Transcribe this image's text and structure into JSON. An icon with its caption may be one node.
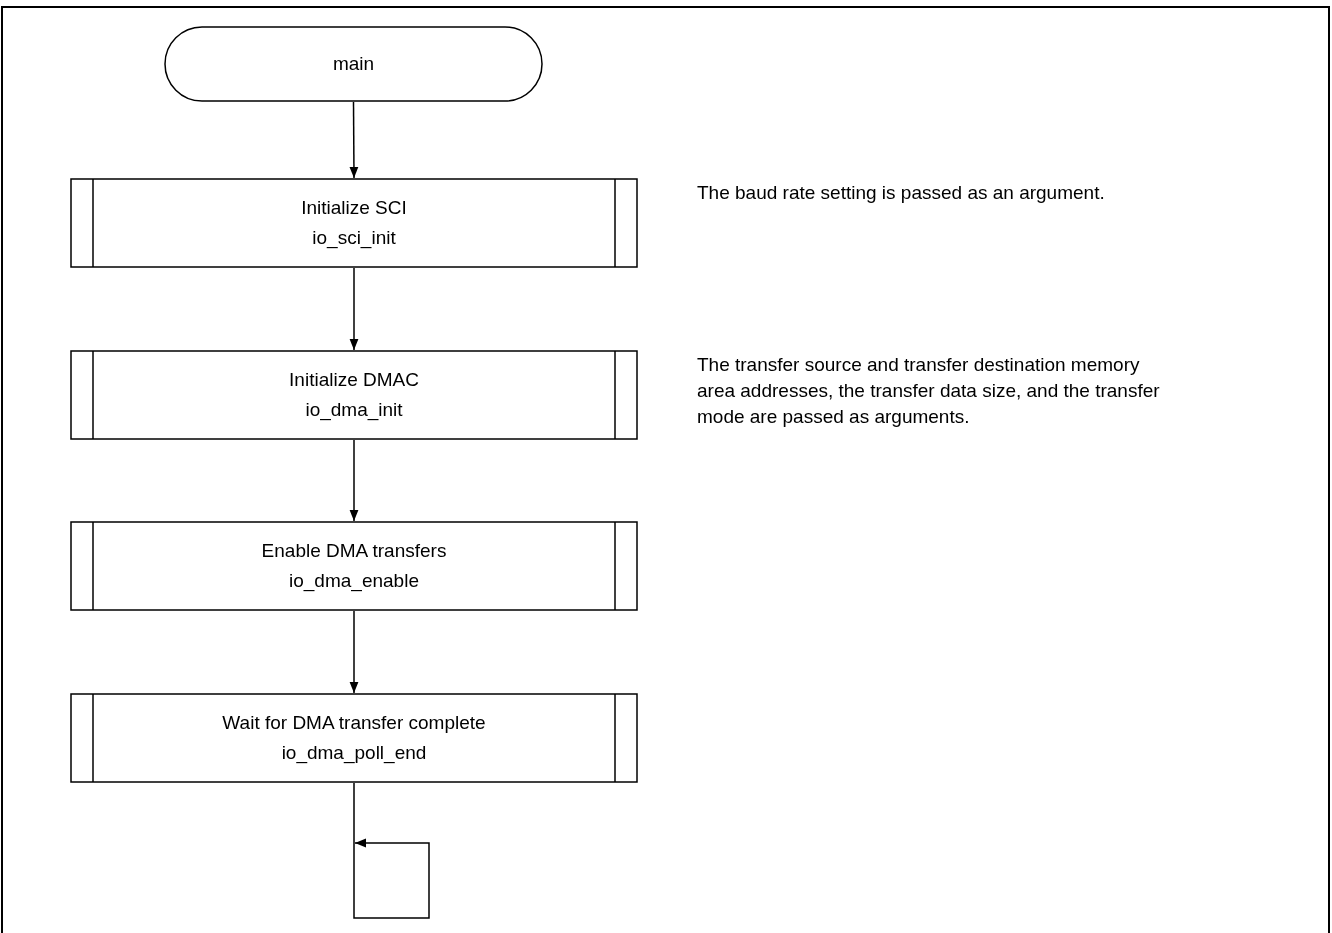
{
  "diagram": {
    "nodes": [
      {
        "text": [
          "main"
        ]
      },
      {
        "text": [
          "Initialize SCI",
          "io_sci_init"
        ],
        "beside": [
          "The baud rate setting is passed as an argument."
        ]
      },
      {
        "text": [
          "Initialize DMAC",
          "io_dma_init"
        ],
        "beside": [
          "The transfer source and transfer destination memory area addresses, the transfer data size, and the transfer mode are passed as arguments."
        ]
      },
      {
        "text": [
          "Enable DMA transfers",
          "io_dma_enable"
        ]
      },
      {
        "text": [
          "Wait for DMA transfer complete",
          "io_dma_poll_end"
        ]
      }
    ],
    "edges": [
      {
        "from": 0,
        "to": 1,
        "arrow": "to"
      },
      {
        "from": 1,
        "to": 2,
        "arrow": "to"
      },
      {
        "from": 2,
        "to": 3,
        "arrow": "to"
      },
      {
        "from": 3,
        "to": 4,
        "arrow": "to"
      },
      {
        "from": 4,
        "to": null,
        "arrow": "to"
      }
    ]
  }
}
